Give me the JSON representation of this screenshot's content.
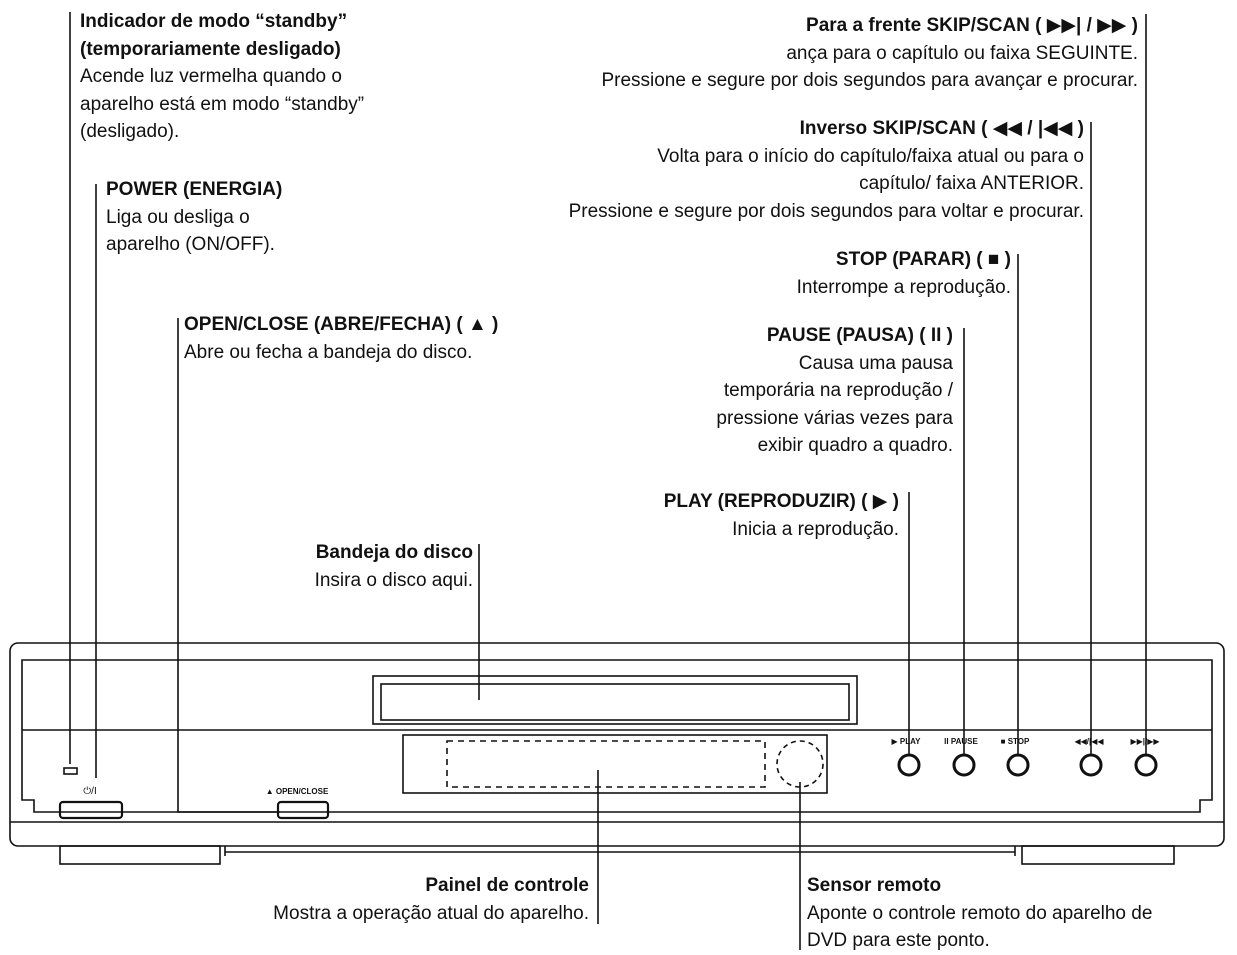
{
  "callouts": {
    "standby": {
      "title": [
        "Indicador de modo “standby”",
        "(temporariamente desligado)"
      ],
      "desc": [
        "Acende luz vermelha quando o",
        "aparelho está em modo “standby”",
        "(desligado)."
      ]
    },
    "power": {
      "title": [
        "POWER (ENERGIA)"
      ],
      "desc": [
        "Liga ou desliga o",
        "aparelho (ON/OFF)."
      ]
    },
    "open_close": {
      "title": [
        "OPEN/CLOSE (ABRE/FECHA) ( ▲ )"
      ],
      "desc": [
        "Abre ou fecha a bandeja do disco."
      ]
    },
    "disc_tray": {
      "title": [
        "Bandeja do disco"
      ],
      "desc": [
        "Insira o disco aqui."
      ]
    },
    "skip_forward": {
      "title": [
        "Para a frente SKIP/SCAN ( ▶▶| / ▶▶ )"
      ],
      "desc": [
        "ança para o capítulo ou faixa SEGUINTE.",
        "Pressione e segure por dois segundos para avançar e procurar."
      ]
    },
    "skip_reverse": {
      "title": [
        "Inverso SKIP/SCAN ( ◀◀ / |◀◀ )"
      ],
      "desc": [
        "Volta para o início do capítulo/faixa atual ou para o",
        "capítulo/ faixa ANTERIOR.",
        "Pressione e segure por dois segundos para voltar e procurar."
      ]
    },
    "stop": {
      "title": [
        "STOP (PARAR) ( ■ )"
      ],
      "desc": [
        "Interrompe a reprodução."
      ]
    },
    "pause": {
      "title": [
        "PAUSE (PAUSA) ( II )"
      ],
      "desc": [
        "Causa uma pausa",
        "temporária na reprodução /",
        "pressione várias vezes para",
        "exibir quadro a quadro."
      ]
    },
    "play": {
      "title": [
        "PLAY (REPRODUZIR) ( ▶ )"
      ],
      "desc": [
        "Inicia a reprodução."
      ]
    },
    "display_panel": {
      "title": [
        "Painel de controle"
      ],
      "desc": [
        "Mostra a operação atual do aparelho."
      ]
    },
    "remote_sensor": {
      "title": [
        "Sensor remoto"
      ],
      "desc": [
        "Aponte o controle remoto do aparelho de",
        "DVD para este ponto."
      ]
    }
  },
  "device_labels": {
    "power_symbol": "⏻/I",
    "open_close": "▲ OPEN/CLOSE",
    "play": "▶ PLAY",
    "pause": "II PAUSE",
    "stop": "■ STOP",
    "reverse": "◀◀/|◀◀",
    "forward": "▶▶|/▶▶"
  }
}
